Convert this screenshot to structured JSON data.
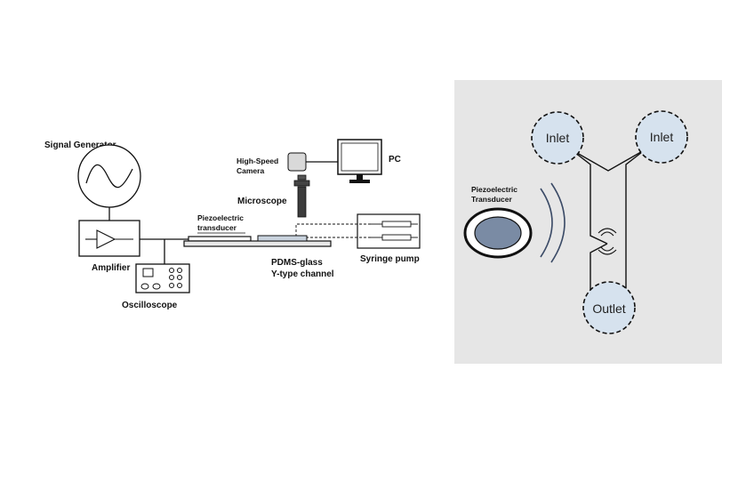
{
  "left_panel": {
    "signal_generator": "Signal Generator",
    "amplifier": "Amplifier",
    "oscilloscope": "Oscilloscope",
    "piezo_line1": "Piezoelectric",
    "piezo_line2": "transducer",
    "camera_line1": "High-Speed",
    "camera_line2": "Camera",
    "microscope": "Microscope",
    "pc": "PC",
    "channel_line1": "PDMS-glass",
    "channel_line2": "Y-type channel",
    "syringe_pump": "Syringe pump"
  },
  "right_panel": {
    "background_color": "#e6e6e6",
    "port_color": "#d6e2ee",
    "transducer_fill": "#7a8ba4",
    "wave_color": "#3a4a66",
    "inlet_left": "Inlet",
    "inlet_right": "Inlet",
    "outlet": "Outlet",
    "piezo_line1": "Piezoelectric",
    "piezo_line2": "Transducer"
  }
}
